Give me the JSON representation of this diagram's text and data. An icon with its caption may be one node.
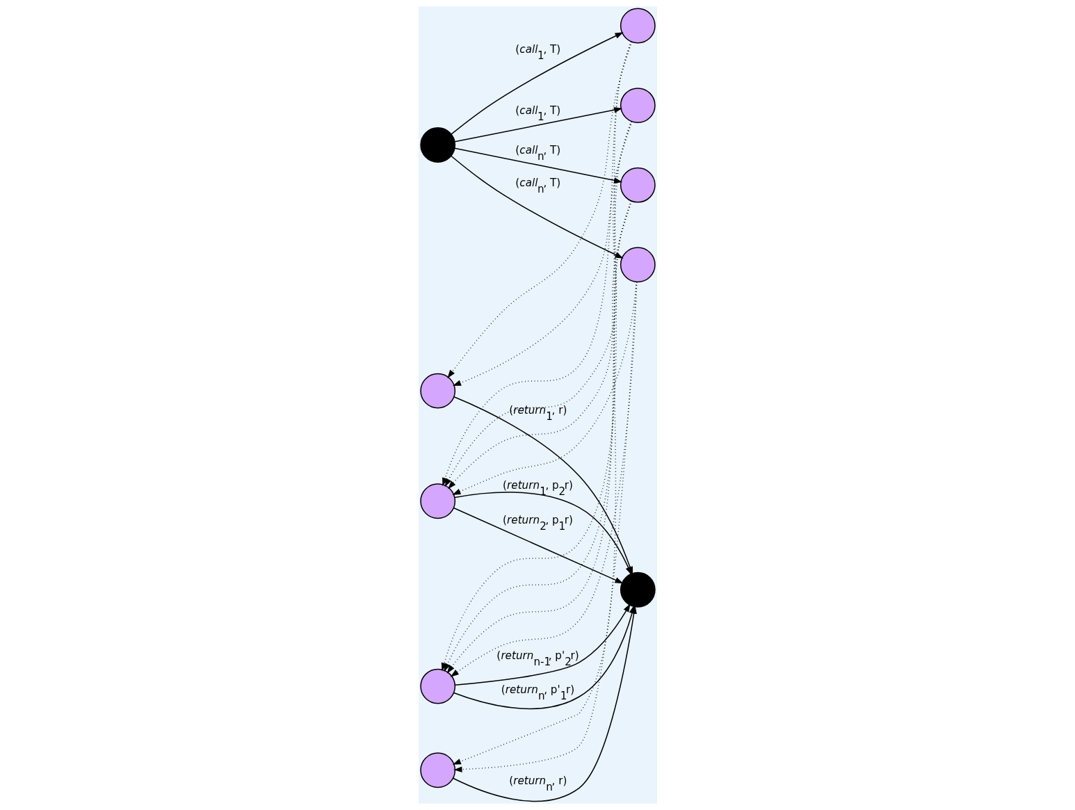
{
  "diagram": {
    "nodes": [
      {
        "text": [],
        "shape": "circle"
      },
      {
        "text": [],
        "shape": "circle"
      },
      {
        "text": [],
        "shape": "circle"
      },
      {
        "text": [],
        "shape": "circle"
      },
      {
        "text": [],
        "shape": "circle"
      },
      {
        "text": [],
        "shape": "circle"
      },
      {
        "text": [],
        "shape": "circle"
      },
      {
        "text": [],
        "shape": "circle"
      },
      {
        "text": [],
        "shape": "circle"
      },
      {
        "text": [],
        "shape": "circle"
      }
    ],
    "edges": [
      {
        "from": 0,
        "to": 1,
        "arrow": "to",
        "label": "(*call*$_{1}$, T)"
      },
      {
        "from": 0,
        "to": 2,
        "arrow": "to",
        "label": "(*call*$_{1}$, T)"
      },
      {
        "from": 0,
        "to": 3,
        "arrow": "to",
        "label": "(*call*$_{n}$, T)"
      },
      {
        "from": 0,
        "to": 4,
        "arrow": "to",
        "label": "(*call*$_{n}$, T)"
      },
      {
        "from": 1,
        "to": 5,
        "arrow": "to",
        "style": "dashed"
      },
      {
        "from": 1,
        "to": 6,
        "arrow": "to",
        "style": "dashed"
      },
      {
        "from": 1,
        "to": 7,
        "arrow": "to",
        "style": "dashed"
      },
      {
        "from": 2,
        "to": 5,
        "arrow": "to",
        "style": "dashed"
      },
      {
        "from": 2,
        "to": 6,
        "arrow": "to",
        "style": "dashed"
      },
      {
        "from": 2,
        "to": 7,
        "arrow": "to",
        "style": "dashed"
      },
      {
        "from": 3,
        "to": 6,
        "arrow": "to",
        "style": "dashed"
      },
      {
        "from": 3,
        "to": 7,
        "arrow": "to",
        "style": "dashed"
      },
      {
        "from": 3,
        "to": 8,
        "arrow": "to",
        "style": "dashed"
      },
      {
        "from": 4,
        "to": 6,
        "arrow": "to",
        "style": "dashed"
      },
      {
        "from": 4,
        "to": 7,
        "arrow": "to",
        "style": "dashed"
      },
      {
        "from": 4,
        "to": 8,
        "arrow": "to",
        "style": "dashed"
      },
      {
        "from": 5,
        "to": 9,
        "arrow": "to",
        "label": "(*return*$_{1}$, r)"
      },
      {
        "from": 6,
        "to": 9,
        "arrow": "to",
        "label": "(*return*$_{1}$, p$_{2}$r)"
      },
      {
        "from": 6,
        "to": 9,
        "arrow": "to",
        "label": "(*return*$_{2}$, p$_{1}$r)"
      },
      {
        "from": 7,
        "to": 9,
        "arrow": "to",
        "label": "(*return*$_{n-1}$, p'$_{2}$r)"
      },
      {
        "from": 7,
        "to": 9,
        "arrow": "to",
        "label": "(*return*$_{n}$, p'$_{1}$r)"
      },
      {
        "from": 8,
        "to": 9,
        "arrow": "to",
        "label": "(*return*$_{n}$, r)"
      }
    ]
  }
}
